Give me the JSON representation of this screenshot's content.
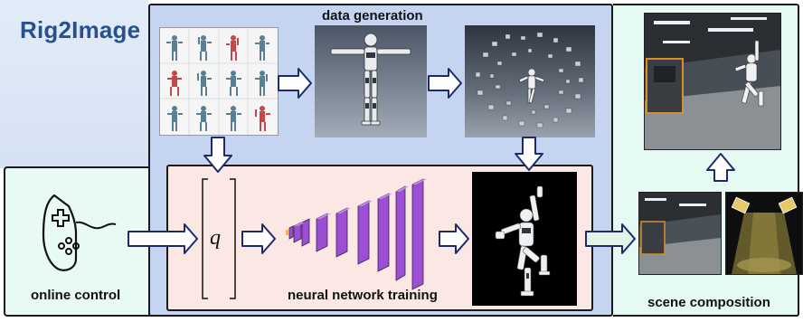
{
  "title": "Rig2Image",
  "labels": {
    "data_generation": "data generation",
    "neural_network_training": "neural network training",
    "online_control": "online control",
    "scene_composition": "scene composition",
    "pose_vector": "q"
  },
  "colors": {
    "outer_panel_left": "#dde8f7",
    "data_panel": "#c6d6f2",
    "control_panel": "#e6faf3",
    "training_panel": "#fbe9e6",
    "composition_panel": "#e6faf3",
    "title": "#27508f",
    "network_layer": "#9b4fd1",
    "arrow_fill": "#ffffff",
    "arrow_stroke": "#1d2a6b",
    "green_arrow_fill": "#dff5e8"
  },
  "icons": {
    "controller": "game-controller-icon",
    "lights": "spotlight-icon"
  }
}
